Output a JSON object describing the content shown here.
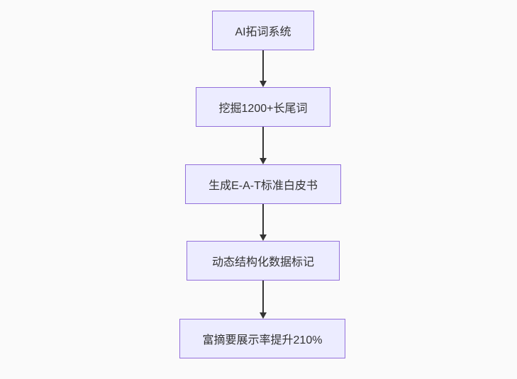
{
  "page": {
    "background_color": "#fafafa"
  },
  "flowchart": {
    "type": "vertical-flowchart",
    "direction": "top-down",
    "style": {
      "node_fill": "#ECECFF",
      "node_border": "#9370DB",
      "text_color": "#333333",
      "arrow_color": "#333333"
    },
    "nodes": [
      {
        "label": "AI拓词系统"
      },
      {
        "label": "挖掘1200+长尾词"
      },
      {
        "label": "生成E-A-T标准白皮书"
      },
      {
        "label": "动态结构化数据标记"
      },
      {
        "label": "富摘要展示率提升210%"
      }
    ],
    "edges": [
      {
        "from": 0,
        "to": 1,
        "arrowhead": "triangle-down"
      },
      {
        "from": 1,
        "to": 2,
        "arrowhead": "triangle-down"
      },
      {
        "from": 2,
        "to": 3,
        "arrowhead": "triangle-down"
      },
      {
        "from": 3,
        "to": 4,
        "arrowhead": "triangle-down"
      }
    ]
  }
}
